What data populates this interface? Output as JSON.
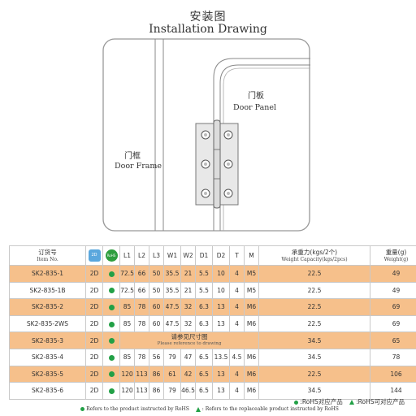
{
  "title": {
    "cn": "安装图",
    "en": "Installation Drawing"
  },
  "drawing": {
    "door_panel_cn": "门板",
    "door_panel_en": "Door Panel",
    "door_frame_cn": "门框",
    "door_frame_en": "Door Frame"
  },
  "table": {
    "headers": {
      "item_cn": "订货号",
      "item_en": "Item No.",
      "icon_2d": "2D",
      "icon_rohs": "RoHS",
      "L1": "L1",
      "L2": "L2",
      "L3": "L3",
      "W1": "W1",
      "W2": "W2",
      "D1": "D1",
      "D2": "D2",
      "T": "T",
      "M": "M",
      "capacity_cn": "承重力(kgs/2个)",
      "capacity_en": "Weight Capacity(kgs/2pcs)",
      "weight_cn": "重量(g)",
      "weight_en": "Weight(g)"
    },
    "rows": [
      {
        "item": "SK2-835-1",
        "d2": "2D",
        "L1": "72.5",
        "L2": "66",
        "L3": "50",
        "W1": "35.5",
        "W2": "21",
        "D1": "5.5",
        "D2": "10",
        "T": "4",
        "M": "M5",
        "capacity": "22.5",
        "weight": "49"
      },
      {
        "item": "SK2-835-1B",
        "d2": "2D",
        "L1": "72.5",
        "L2": "66",
        "L3": "50",
        "W1": "35.5",
        "W2": "21",
        "D1": "5.5",
        "D2": "10",
        "T": "4",
        "M": "M5",
        "capacity": "22.5",
        "weight": "49"
      },
      {
        "item": "SK2-835-2",
        "d2": "2D",
        "L1": "85",
        "L2": "78",
        "L3": "60",
        "W1": "47.5",
        "W2": "32",
        "D1": "6.3",
        "D2": "13",
        "T": "4",
        "M": "M6",
        "capacity": "22.5",
        "weight": "69"
      },
      {
        "item": "SK2-835-2WS",
        "d2": "2D",
        "L1": "85",
        "L2": "78",
        "L3": "60",
        "W1": "47.5",
        "W2": "32",
        "D1": "6.3",
        "D2": "13",
        "T": "4",
        "M": "M6",
        "capacity": "22.5",
        "weight": "69"
      },
      {
        "item": "SK2-835-3",
        "d2": "2D",
        "note_cn": "请参见尺寸图",
        "note_en": "Please reference to drawing",
        "capacity": "34.5",
        "weight": "65"
      },
      {
        "item": "SK2-835-4",
        "d2": "2D",
        "L1": "85",
        "L2": "78",
        "L3": "56",
        "W1": "79",
        "W2": "47",
        "D1": "6.5",
        "D2": "13.5",
        "T": "4.5",
        "M": "M6",
        "capacity": "34.5",
        "weight": "78"
      },
      {
        "item": "SK2-835-5",
        "d2": "2D",
        "L1": "120",
        "L2": "113",
        "L3": "86",
        "W1": "61",
        "W2": "42",
        "D1": "6.5",
        "D2": "13",
        "T": "4",
        "M": "M6",
        "capacity": "22.5",
        "weight": "106"
      },
      {
        "item": "SK2-835-6",
        "d2": "2D",
        "L1": "120",
        "L2": "113",
        "L3": "86",
        "W1": "79",
        "W2": "46.5",
        "D1": "6.5",
        "D2": "13",
        "T": "4",
        "M": "M6",
        "capacity": "34.5",
        "weight": "144"
      }
    ]
  },
  "legend": {
    "rohs_cn": ":RoHS对应产品",
    "replaceable_cn": ":RoHS可对应产品",
    "rohs_en": "Refers to the product instructed by RoHS",
    "replaceable_en": ": Refers to the replaceable product instructed by RoHS"
  },
  "colors": {
    "orange_row": "#f6c08b",
    "rohs_green": "#22a046",
    "icon_blue": "#5aa7dd"
  }
}
